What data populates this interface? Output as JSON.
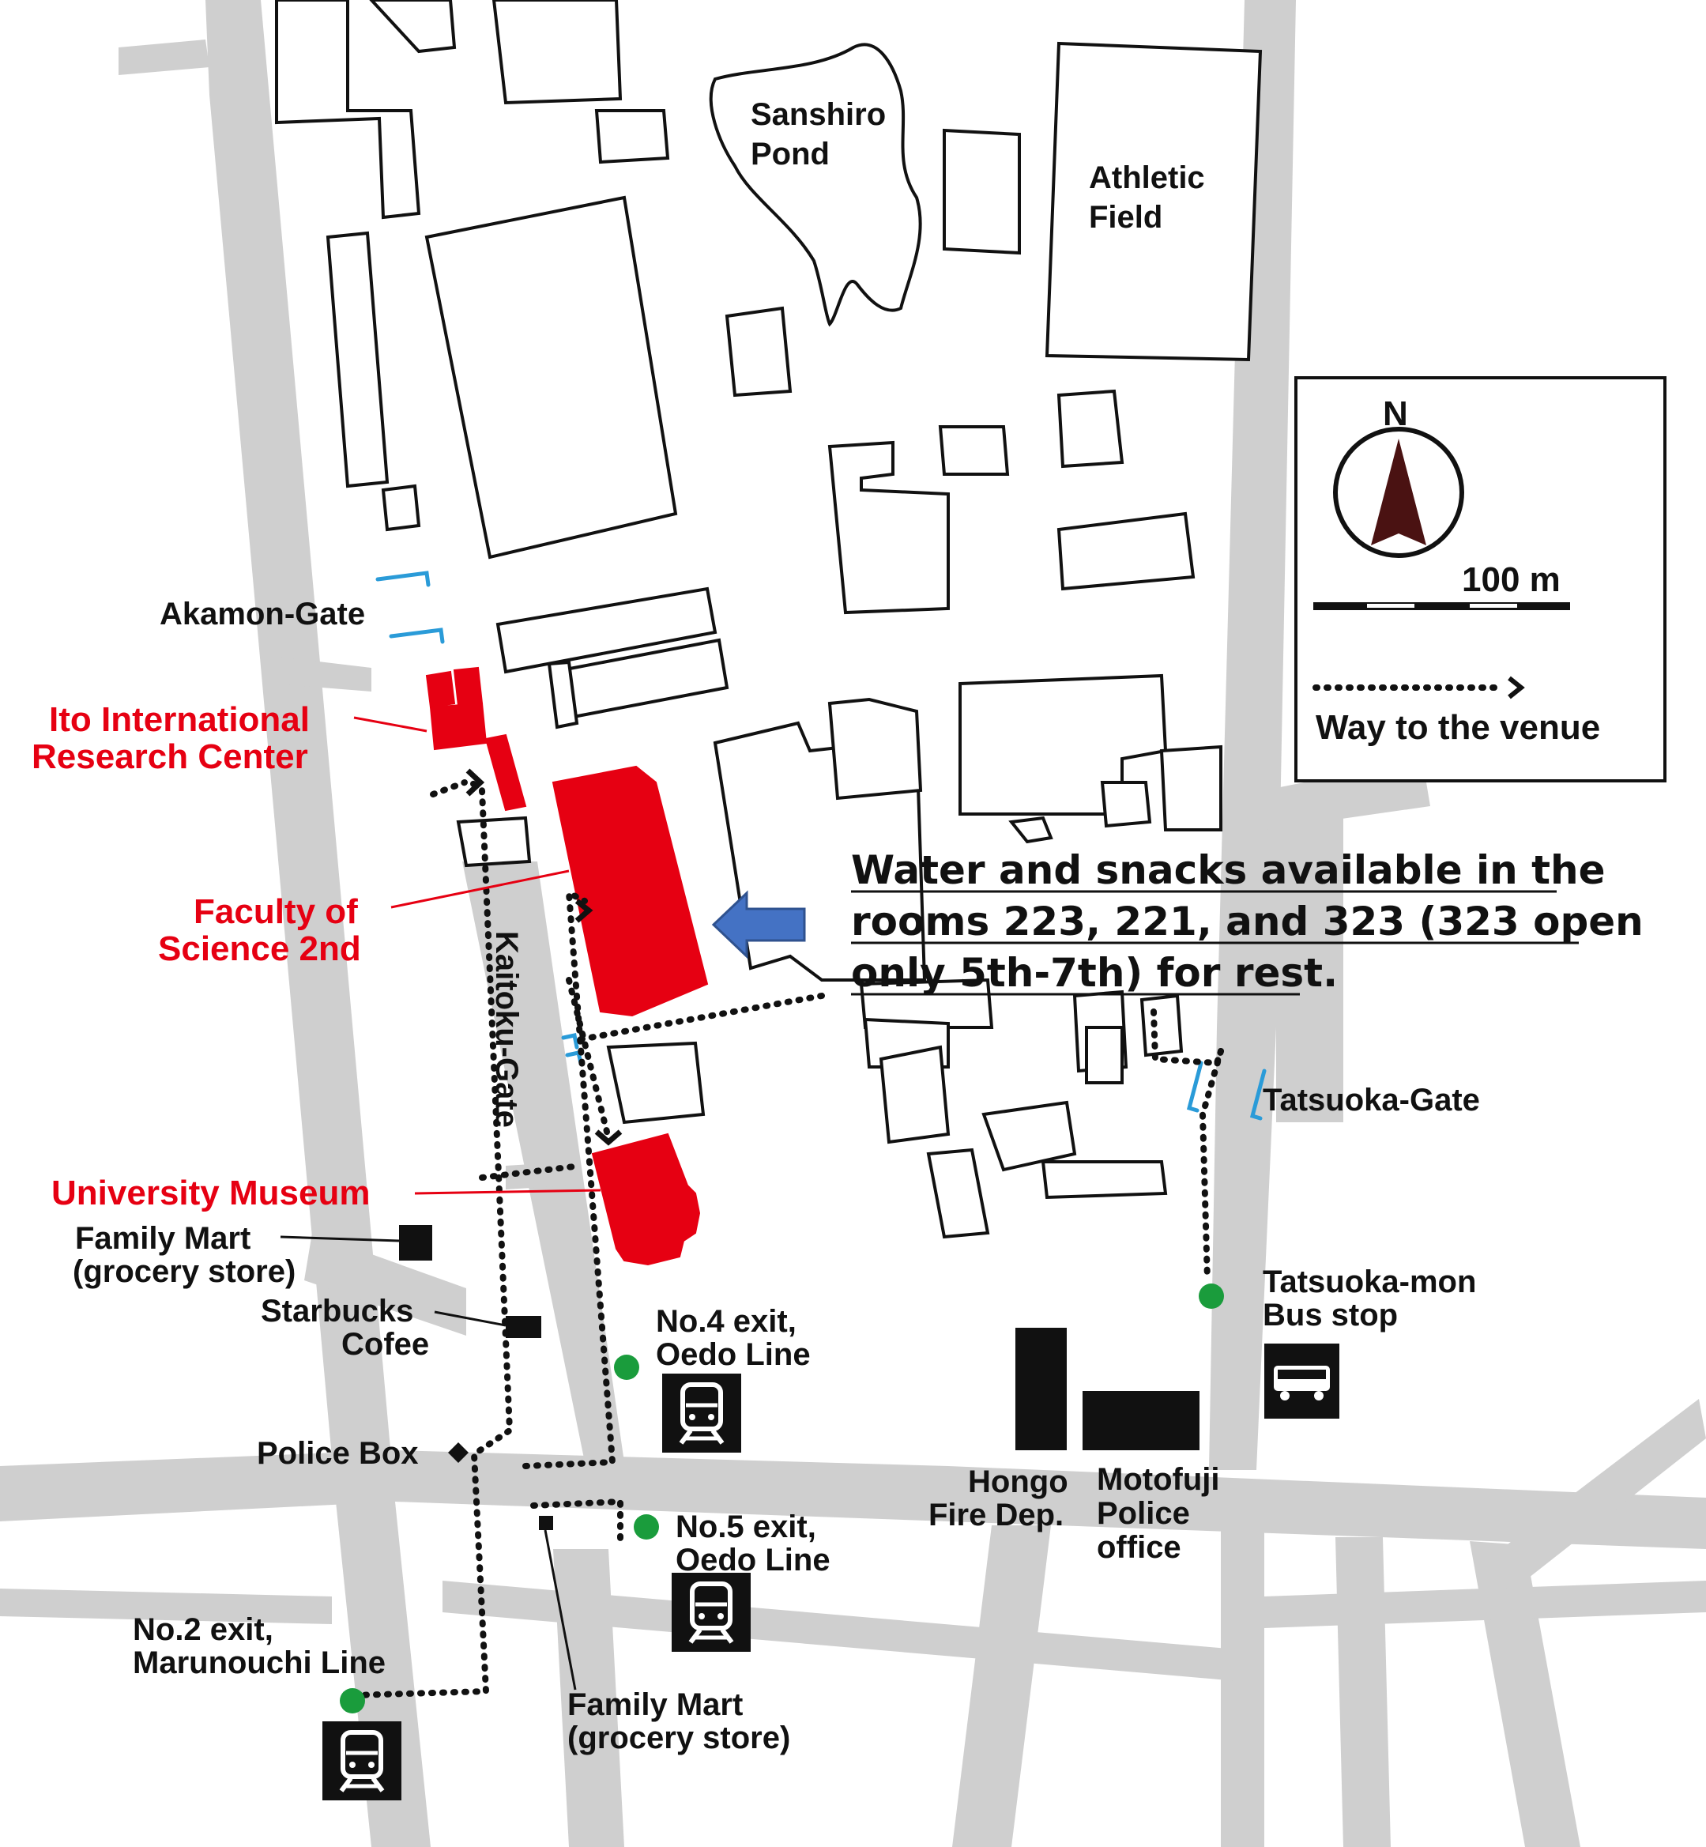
{
  "map": {
    "landmarks": {
      "pond_line1": "Sanshiro",
      "pond_line2": "Pond",
      "field_line1": "Athletic",
      "field_line2": "Field"
    },
    "gates": {
      "akamon": "Akamon-Gate",
      "kaitoku": "Kaitoku-Gate",
      "tatsuoka": "Tatsuoka-Gate"
    },
    "venues": {
      "ito_line1": "Ito International",
      "ito_line2": "Research Center",
      "science_line1": "Faculty of",
      "science_line2": "Science 2nd",
      "museum": "University Museum"
    },
    "places": {
      "family_mart_1_line1": "Family Mart",
      "family_mart_1_line2": "(grocery store)",
      "starbucks_line1": "Starbucks",
      "starbucks_line2": "Cofee",
      "police_box": "Police Box",
      "family_mart_2_line1": "Family Mart",
      "family_mart_2_line2": "(grocery store)",
      "fire_line1": "Hongo",
      "fire_line2": "Fire Dep.",
      "police_office_line1": "Motofuji",
      "police_office_line2": "Police",
      "police_office_line3": "office"
    },
    "transit": {
      "no4_line1": "No.4 exit,",
      "no4_line2": "Oedo Line",
      "no5_line1": "No.5 exit,",
      "no5_line2": "Oedo Line",
      "no2_line1": "No.2 exit,",
      "no2_line2": "Marunouchi Line",
      "bus_line1": "Tatsuoka-mon",
      "bus_line2": "Bus stop"
    },
    "note": {
      "line1": "Water and snacks available in the",
      "line2": "rooms 223, 221, and 323 (323 open",
      "line3": "only 5th-7th) for rest."
    },
    "legend": {
      "north": "N",
      "scale": "100 m",
      "route": "Way to the venue"
    },
    "colors": {
      "venue": "#e60012",
      "road": "#cfcfcf",
      "gate": "#2a9bd8",
      "stop": "#1a9c3c",
      "arrow": "#4472c4"
    },
    "icons": [
      "north-arrow-icon",
      "subway-icon",
      "bus-icon",
      "route-chevron-icon",
      "callout-arrow-icon"
    ]
  }
}
